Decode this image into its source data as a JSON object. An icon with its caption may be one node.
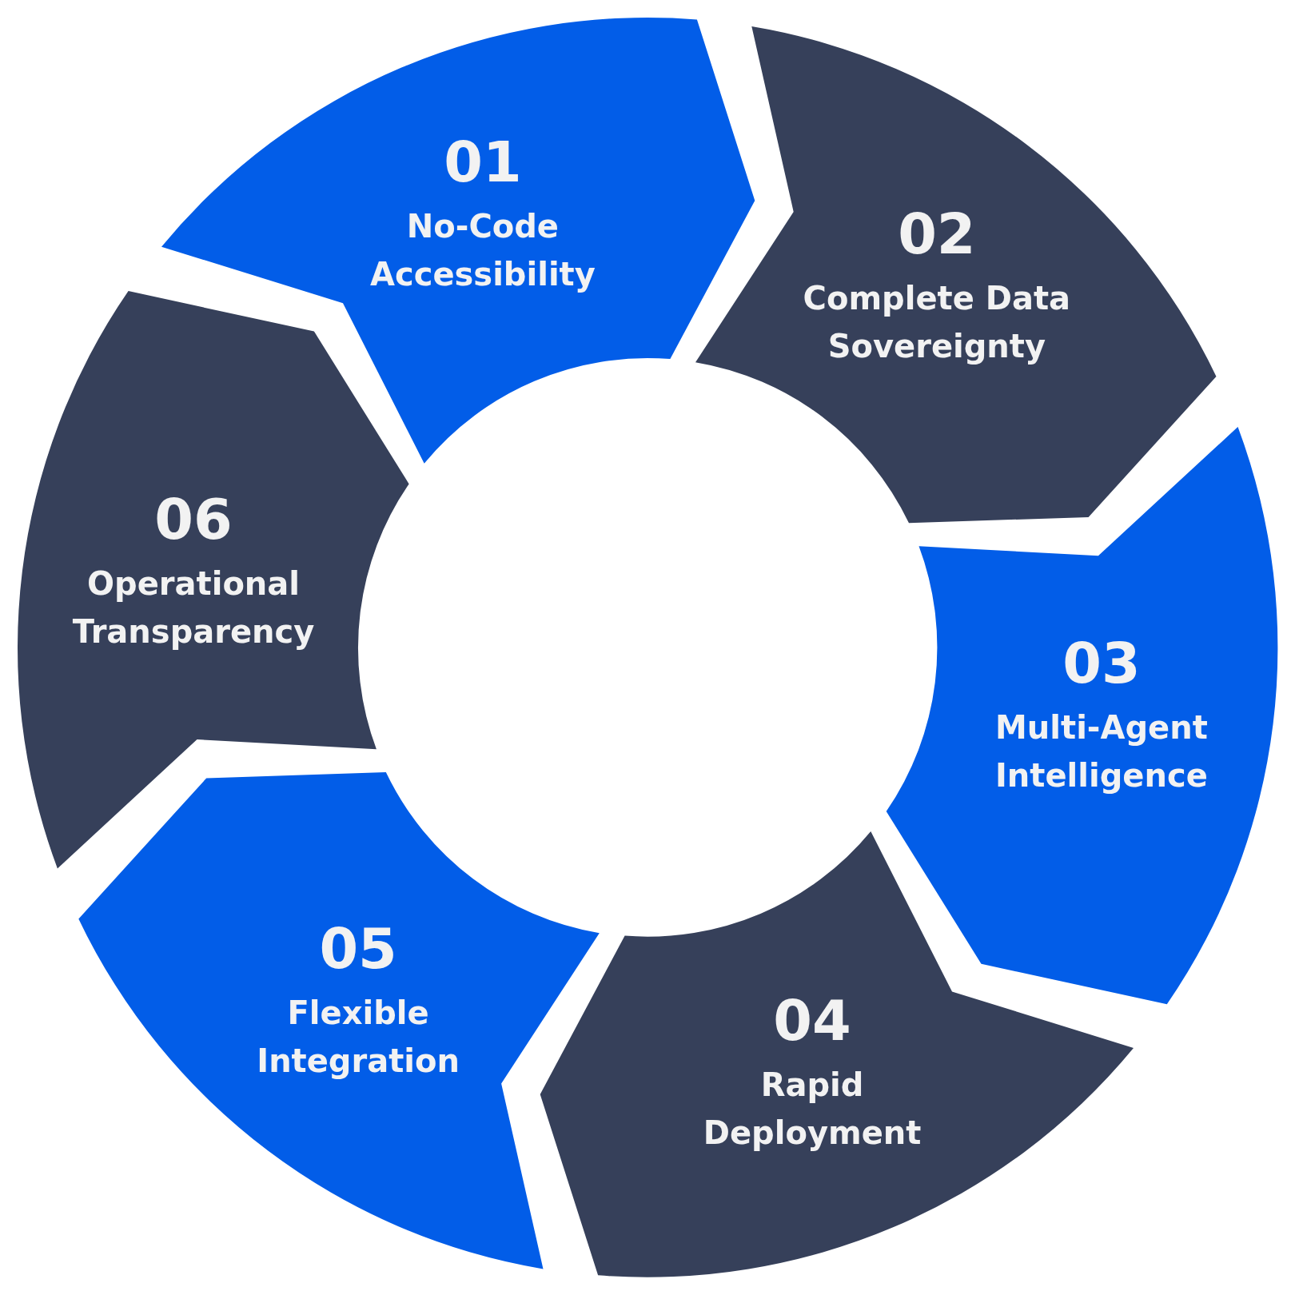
{
  "diagram": {
    "nodes": [
      {
        "text": [
          "01",
          "No-Code Accessibility"
        ]
      },
      {
        "text": [
          "02",
          "Complete Data Sovereignty"
        ]
      },
      {
        "text": [
          "03",
          "Multi-Agent Intelligence"
        ]
      },
      {
        "text": [
          "04",
          "Rapid Deployment"
        ]
      },
      {
        "text": [
          "05",
          "Flexible Integration"
        ]
      },
      {
        "text": [
          "06",
          "Operational Transparency"
        ]
      }
    ]
  }
}
